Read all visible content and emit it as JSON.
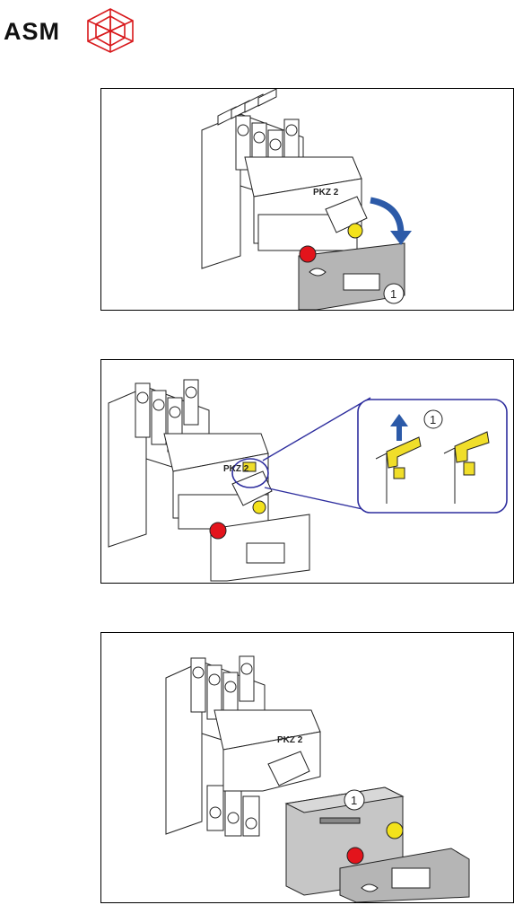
{
  "logo": {
    "text": "ASM",
    "brand_color": "#d8191c"
  },
  "figures": [
    {
      "device_label": "PKZ 2",
      "callout": "1"
    },
    {
      "device_label": "PKZ 2",
      "callout": "1"
    },
    {
      "device_label": "PKZ 2",
      "callout": "1"
    }
  ],
  "colors": {
    "red_knob": "#e3141c",
    "yellow_knob": "#f3e21b",
    "yellow_part": "#f0de2a",
    "callout_blue": "#2e2e9e",
    "arrow_blue": "#2c5aa8",
    "grey_block": "#c6c6c6",
    "cover_grey": "#b5b5b5"
  }
}
